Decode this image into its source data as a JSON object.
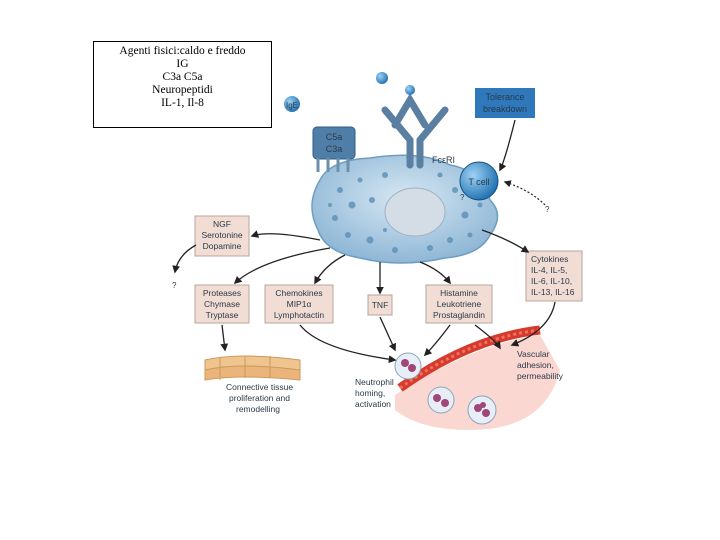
{
  "textbox": {
    "lines": [
      "Agenti fisici:caldo e freddo",
      "IG",
      "C3a C5a",
      "Neuropeptidi",
      "IL-1, Il-8"
    ]
  },
  "diagram": {
    "ig": "IgE",
    "c5a": "C5a",
    "c3a": "C3a",
    "receptor": "FcεRI",
    "tolerance": [
      "Tolerance",
      "breakdown"
    ],
    "tcell": "T cell",
    "q1": "?",
    "q2": "?",
    "q3": "?",
    "ngf": [
      "NGF",
      "Serotonine",
      "Dopamine"
    ],
    "proteases": [
      "Proteases",
      "Chymase",
      "Tryptase"
    ],
    "chemokines": [
      "Chemokines",
      "MIP1α",
      "Lymphotactin"
    ],
    "tnf": "TNF",
    "histamine": [
      "Histamine",
      "Leukotriene",
      "Prostaglandin"
    ],
    "cytokines": [
      "Cytokines",
      "IL-4, IL-5,",
      "IL-6, IL-10,",
      "IL-13, IL-16"
    ],
    "connective": [
      "Connective tissue",
      "proliferation and",
      "remodelling"
    ],
    "neutrophil": [
      "Neutrophil",
      "homing,",
      "activation"
    ],
    "vascular": [
      "Vascular",
      "adhesion,",
      "permeability"
    ]
  },
  "colors": {
    "cell": "#a8c8e0",
    "cell_edge": "#6d9ec2",
    "nucleus": "#d4dde6",
    "box_fill": "#f1ddd3",
    "box_edge": "#b7a59b",
    "tolerance": "#2f78bc",
    "vessel": "#d63a2c"
  }
}
